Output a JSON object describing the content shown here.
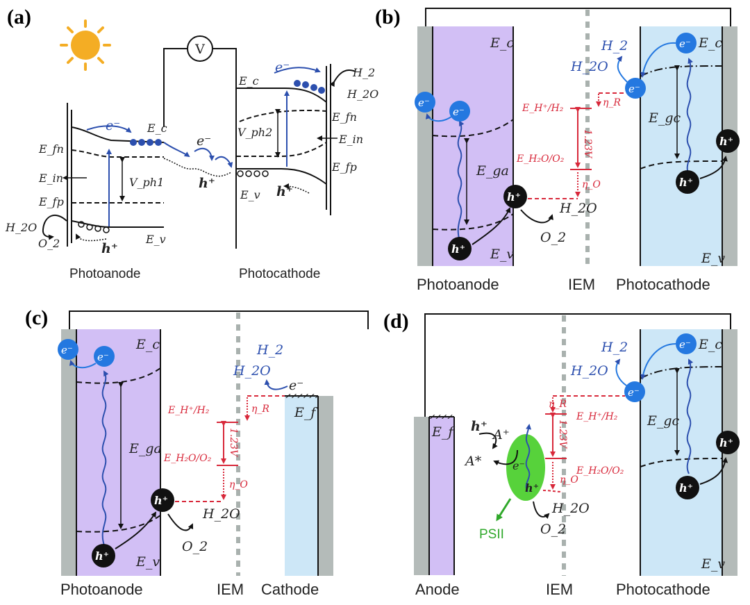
{
  "panels": {
    "a": {
      "label": "(a)",
      "voltmeter": "V",
      "captions": {
        "left": "Photoanode",
        "right": "Photocathode"
      },
      "levels": {
        "ec": "E_c",
        "ev": "E_v",
        "efn": "E_fn",
        "efp": "E_fp",
        "ein": "E_in",
        "vph1": "V_ph1",
        "vph2": "V_ph2"
      },
      "species": {
        "h2": "H_2",
        "h2o": "H_2O",
        "o2": "O_2",
        "electron": "e⁻",
        "hole": "h⁺"
      }
    },
    "b": {
      "label": "(b)",
      "captions": {
        "left": "Photoanode",
        "middle": "IEM",
        "right": "Photocathode"
      },
      "levels": {
        "ec": "E_c",
        "ev": "E_v",
        "ega": "E_ga",
        "egc": "E_gc"
      },
      "redox": {
        "h_h2": "E_H⁺/H₂",
        "h2o_o2": "E_H₂O/O₂",
        "voltage": "1.23V",
        "eta_r": "η_R",
        "eta_o": "η_O"
      },
      "species": {
        "h2": "H_2",
        "h2o": "H_2O",
        "o2": "O_2",
        "electron": "e⁻",
        "hole": "h⁺"
      }
    },
    "c": {
      "label": "(c)",
      "captions": {
        "left": "Photoanode",
        "middle": "IEM",
        "right": "Cathode"
      },
      "levels": {
        "ec": "E_c",
        "ev": "E_v",
        "ega": "E_ga",
        "ef": "E_f"
      },
      "redox": {
        "h_h2": "E_H⁺/H₂",
        "h2o_o2": "E_H₂O/O₂",
        "voltage": "1.23V",
        "eta_r": "η_R",
        "eta_o": "η_O"
      },
      "species": {
        "h2": "H_2",
        "h2o": "H_2O",
        "o2": "O_2",
        "electron": "e⁻",
        "hole": "h⁺"
      }
    },
    "d": {
      "label": "(d)",
      "captions": {
        "left": "Anode",
        "middle": "IEM",
        "right": "Photocathode"
      },
      "levels": {
        "ec": "E_c",
        "ev": "E_v",
        "egc": "E_gc",
        "ef": "E_f"
      },
      "redox": {
        "h_h2": "E_H⁺/H₂",
        "h2o_o2": "E_H₂O/O₂",
        "voltage": "1.23V",
        "eta_r": "η_R",
        "eta_o": "η_O"
      },
      "species": {
        "h2": "H_2",
        "h2o": "H_2O",
        "o2": "O_2",
        "electron": "e⁻",
        "hole": "h⁺",
        "a_plus": "A⁺",
        "a_star": "A*",
        "psii": "PSII"
      }
    }
  },
  "colors": {
    "purple": "#d2bff5",
    "blue_region": "#cde7f7",
    "electrode": "#b4bbb9",
    "accent_blue": "#2c4fae",
    "accent_red": "#d8283a",
    "psii_green": "#57d23b",
    "sun": "#f4ad24"
  }
}
